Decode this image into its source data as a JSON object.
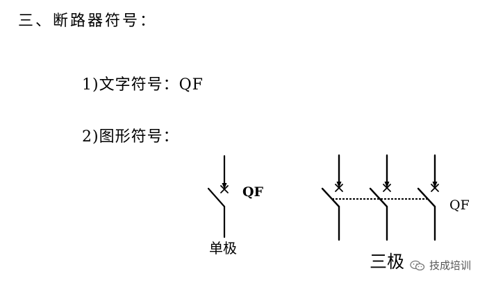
{
  "heading": "三、断路器符号：",
  "item_text_symbol": "1)文字符号：QF",
  "item_graphic_symbol": "2)图形符号：",
  "single_pole": {
    "label": "QF",
    "caption": "单极"
  },
  "three_pole": {
    "label": "QF",
    "caption": "三极"
  },
  "watermark": {
    "text": "技成培训",
    "icon": "wechat-icon"
  },
  "colors": {
    "ink": "#000000",
    "watermark": "#555555"
  }
}
